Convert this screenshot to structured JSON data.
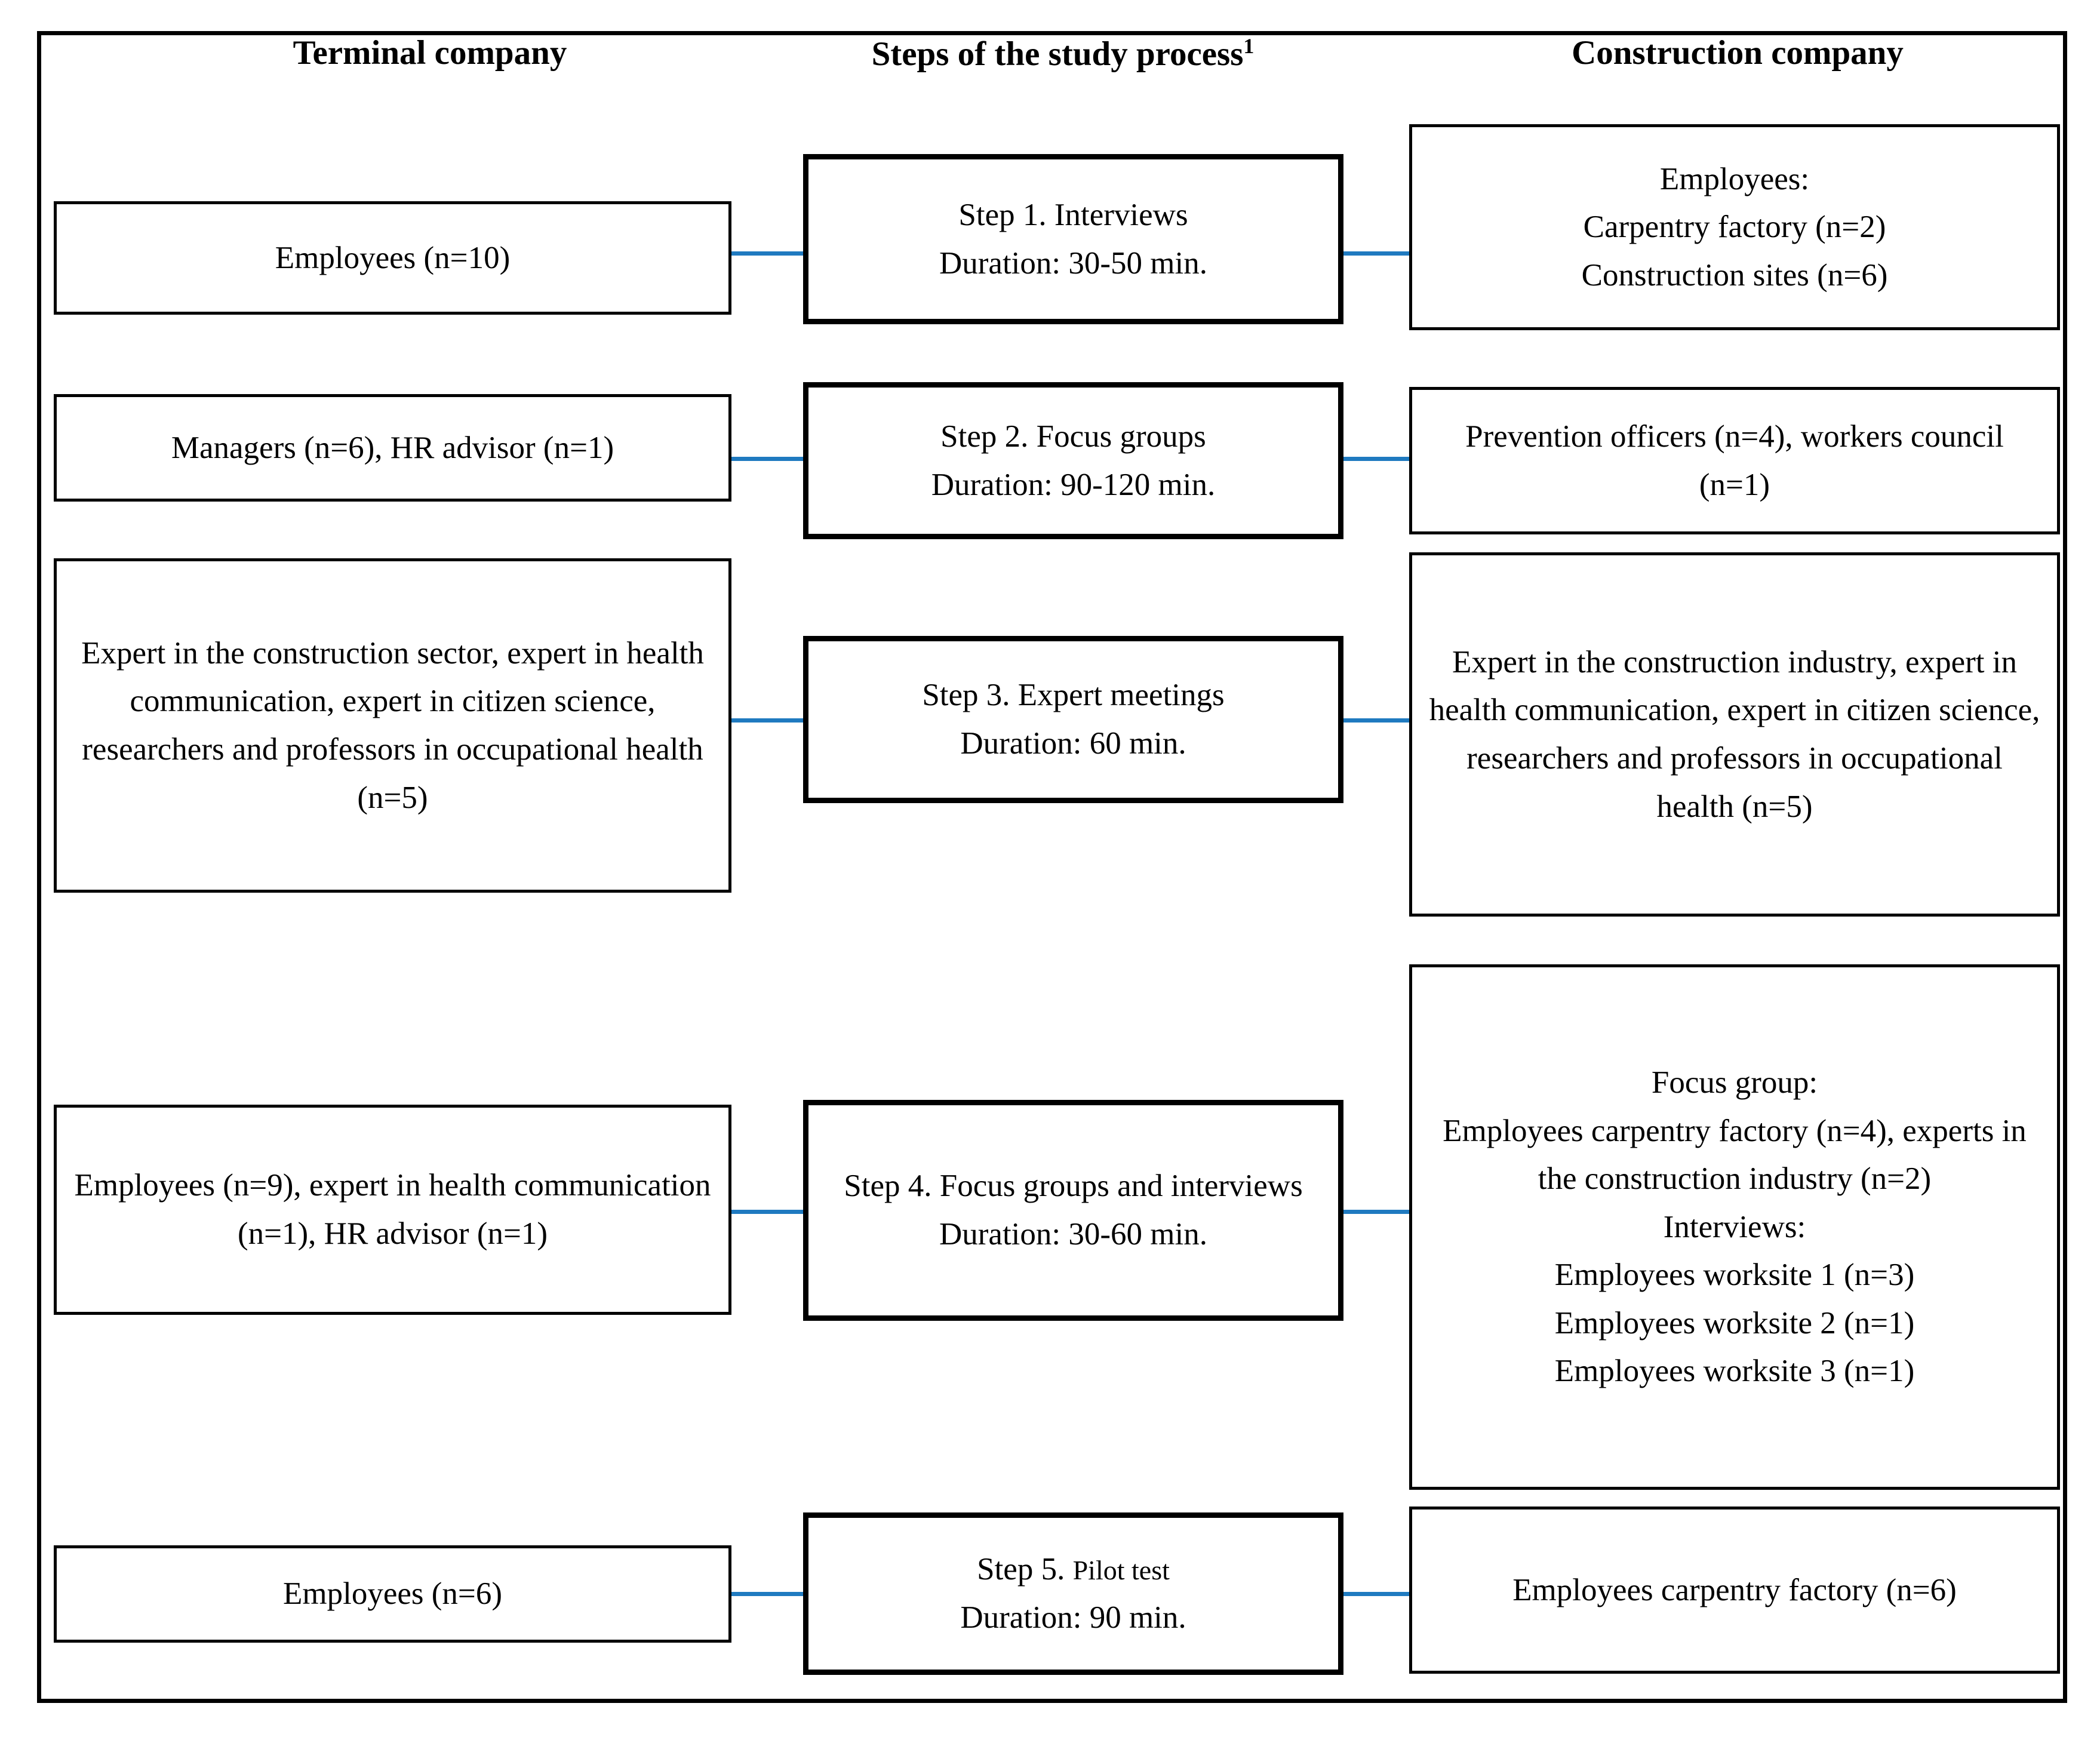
{
  "figure": {
    "colors": {
      "connector": "#1f7ac0",
      "border": "#000000",
      "background": "#ffffff",
      "text": "#000000"
    },
    "headers": {
      "left": "Terminal company",
      "middle": "Steps of the study process",
      "middle_superscript": "1",
      "right": "Construction company"
    },
    "rows": [
      {
        "id": "row-1",
        "left": "Employees (n=10)",
        "step": {
          "title": "Step 1. Interviews",
          "duration": "Duration: 30-50 min."
        },
        "right_lines": [
          "Employees:",
          "Carpentry factory (n=2)",
          "Construction sites (n=6)"
        ]
      },
      {
        "id": "row-2",
        "left": "Managers (n=6), HR advisor (n=1)",
        "step": {
          "title": "Step 2. Focus groups",
          "duration": "Duration: 90-120 min."
        },
        "right_lines": [
          "Prevention officers (n=4), workers council (n=1)"
        ]
      },
      {
        "id": "row-3",
        "left": "Expert in the construction sector, expert in health communication, expert in citizen science, researchers and professors in occupational health (n=5)",
        "step": {
          "title": "Step 3. Expert meetings",
          "duration": "Duration: 60 min."
        },
        "right_lines": [
          "Expert in the construction industry, expert in health communication, expert in citizen science, researchers and professors in occupational health (n=5)"
        ]
      },
      {
        "id": "row-4",
        "left": "Employees (n=9), expert in health communication (n=1), HR advisor (n=1)",
        "step": {
          "title": "Step 4. Focus groups and interviews",
          "duration": "Duration: 30-60 min."
        },
        "right_lines": [
          "Focus group:",
          "Employees carpentry factory (n=4), experts in the construction industry (n=2)",
          "Interviews:",
          "Employees worksite 1 (n=3)",
          "Employees worksite 2 (n=1)",
          "Employees worksite 3 (n=1)"
        ]
      },
      {
        "id": "row-5",
        "left": "Employees (n=6)",
        "step": {
          "title_main": "Step 5. ",
          "title_small": "Pilot test",
          "duration": "Duration: 90 min."
        },
        "right_lines": [
          "Employees carpentry factory (n=6)"
        ]
      }
    ]
  }
}
